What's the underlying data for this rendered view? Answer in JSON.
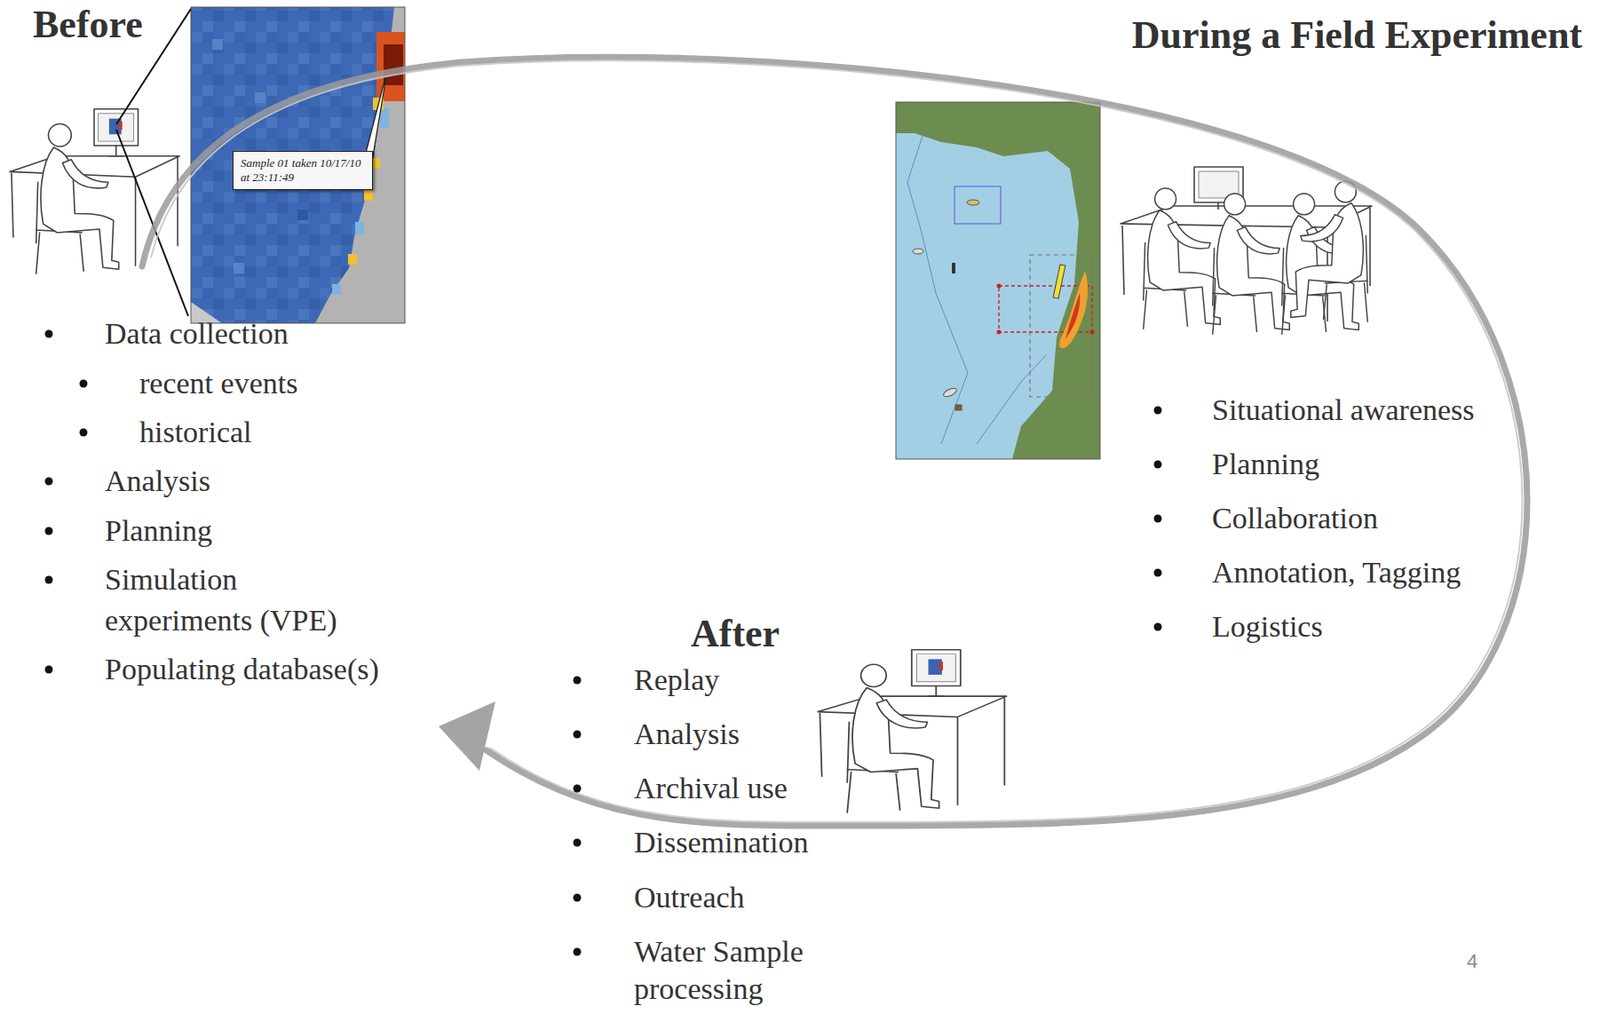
{
  "diagram": {
    "nodes": [
      {
        "text": [
          "Sample 01 taken 10/17/10 at 23:11:49"
        ]
      }
    ],
    "labels": [
      "Before",
      "Data collection",
      "recent events",
      "historical",
      "Analysis",
      "Planning",
      "Simulation experiments (VPE)",
      "Populating database(s)",
      "During a Field Experiment",
      "Situational awareness",
      "Planning",
      "Collaboration",
      "Annotation, Tagging",
      "Logistics",
      "After",
      "Replay",
      "Analysis",
      "Archival use",
      "Dissemination",
      "Outreach",
      "Water Sample processing",
      "4"
    ]
  }
}
